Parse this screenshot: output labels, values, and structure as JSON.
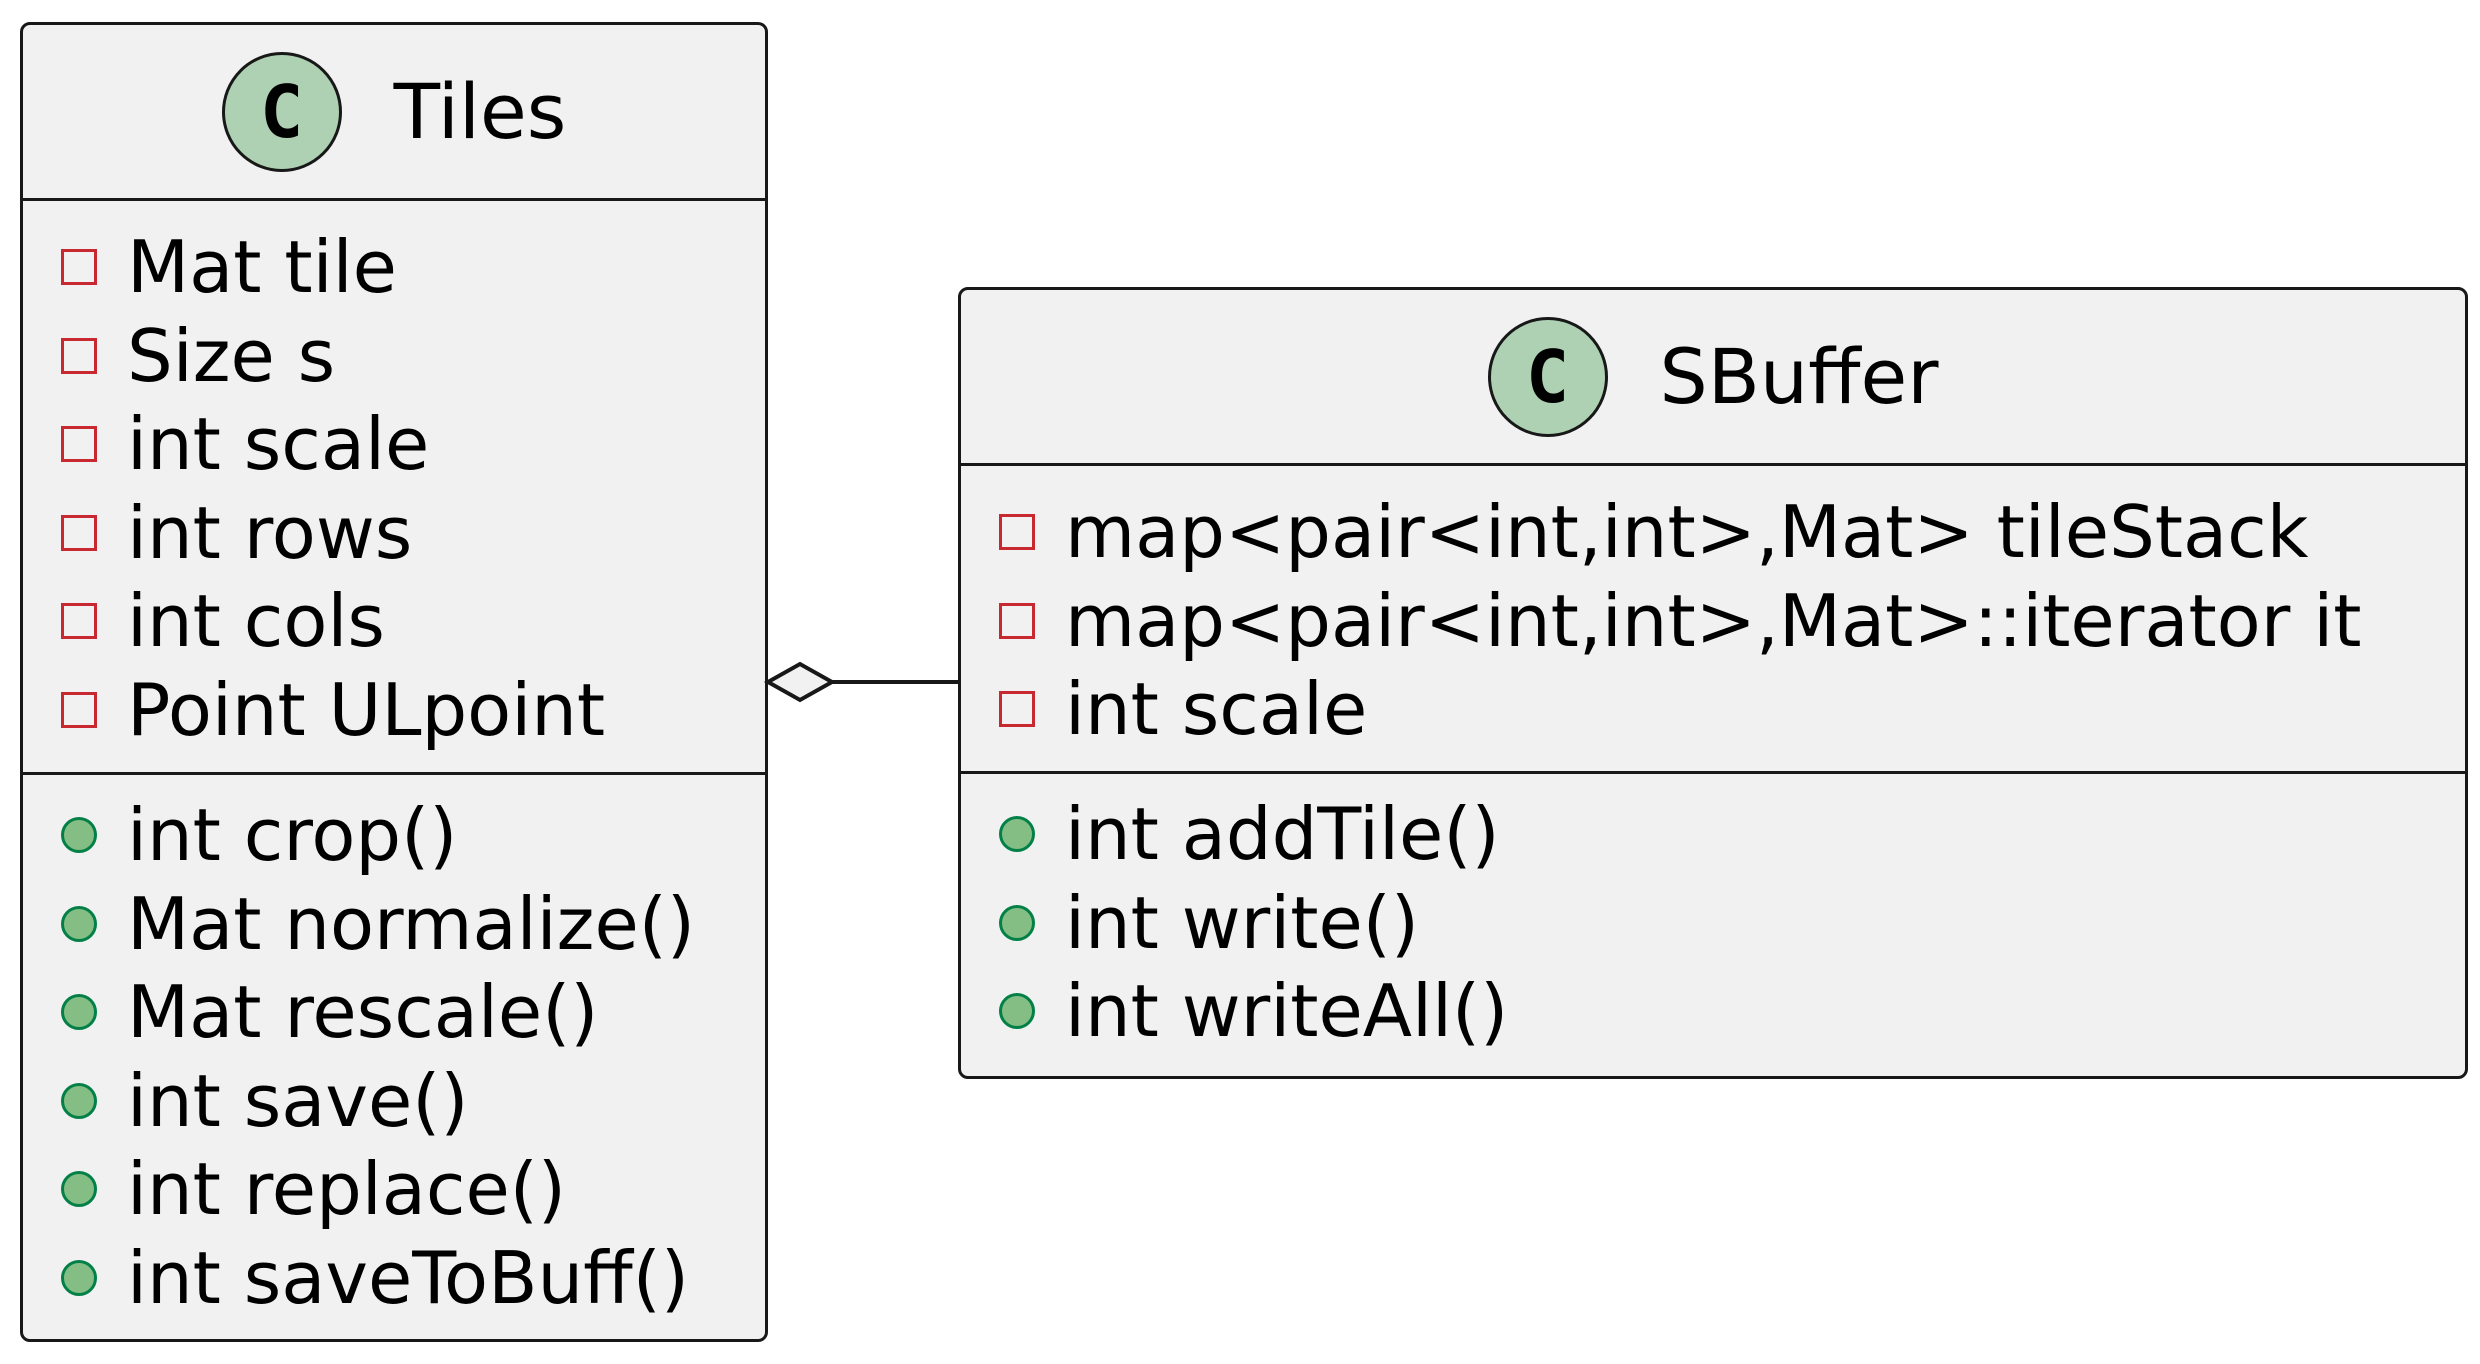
{
  "classes": {
    "tiles": {
      "badge": "C",
      "name": "Tiles",
      "fields": [
        {
          "visibility": "private",
          "label": "Mat tile"
        },
        {
          "visibility": "private",
          "label": "Size s"
        },
        {
          "visibility": "private",
          "label": "int scale"
        },
        {
          "visibility": "private",
          "label": "int rows"
        },
        {
          "visibility": "private",
          "label": "int cols"
        },
        {
          "visibility": "private",
          "label": "Point ULpoint"
        }
      ],
      "methods": [
        {
          "visibility": "public",
          "label": "int crop()"
        },
        {
          "visibility": "public",
          "label": "Mat normalize()"
        },
        {
          "visibility": "public",
          "label": "Mat rescale()"
        },
        {
          "visibility": "public",
          "label": "int save()"
        },
        {
          "visibility": "public",
          "label": "int replace()"
        },
        {
          "visibility": "public",
          "label": "int saveToBuff()"
        }
      ]
    },
    "sbuffer": {
      "badge": "C",
      "name": "SBuffer",
      "fields": [
        {
          "visibility": "private",
          "label": "map<pair<int,int>,Mat> tileStack"
        },
        {
          "visibility": "private",
          "label": "map<pair<int,int>,Mat>::iterator it"
        },
        {
          "visibility": "private",
          "label": "int scale"
        }
      ],
      "methods": [
        {
          "visibility": "public",
          "label": "int addTile()"
        },
        {
          "visibility": "public",
          "label": "int write()"
        },
        {
          "visibility": "public",
          "label": "int writeAll()"
        }
      ]
    }
  },
  "relationship": {
    "type": "aggregation",
    "from": "Tiles",
    "to": "SBuffer"
  },
  "colors": {
    "class_fill": "#f1f1f1",
    "border": "#181818",
    "badge_fill": "#add1b2",
    "private_marker": "#c82930",
    "public_marker_border": "#038048",
    "public_marker_fill": "#84be84"
  }
}
